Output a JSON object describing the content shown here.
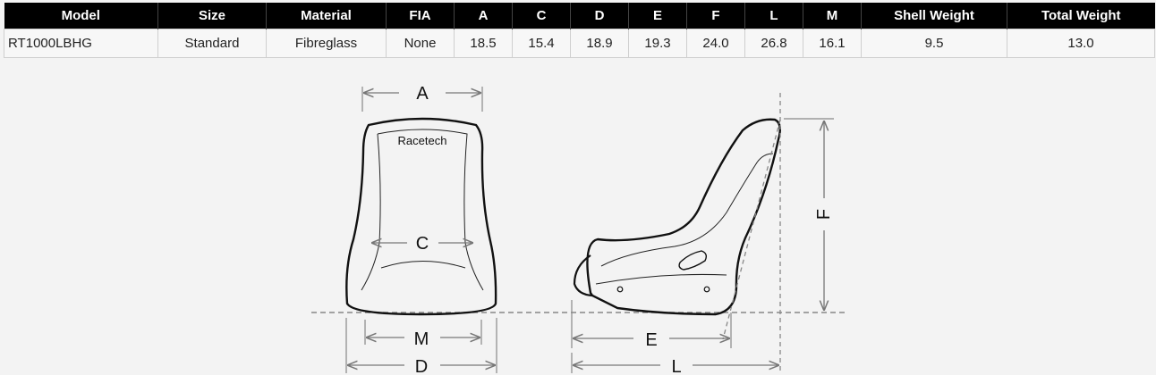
{
  "table": {
    "headers": [
      "Model",
      "Size",
      "Material",
      "FIA",
      "A",
      "C",
      "D",
      "E",
      "F",
      "L",
      "M",
      "Shell Weight",
      "Total Weight"
    ],
    "row": [
      "RT1000LBHG",
      "Standard",
      "Fibreglass",
      "None",
      "18.5",
      "15.4",
      "18.9",
      "19.3",
      "24.0",
      "26.8",
      "16.1",
      "9.5",
      "13.0"
    ]
  },
  "diagram": {
    "brand_label": "Racetech",
    "dimension_labels": {
      "A": "A",
      "C": "C",
      "M": "M",
      "D": "D",
      "E": "E",
      "L": "L",
      "F": "F"
    }
  }
}
